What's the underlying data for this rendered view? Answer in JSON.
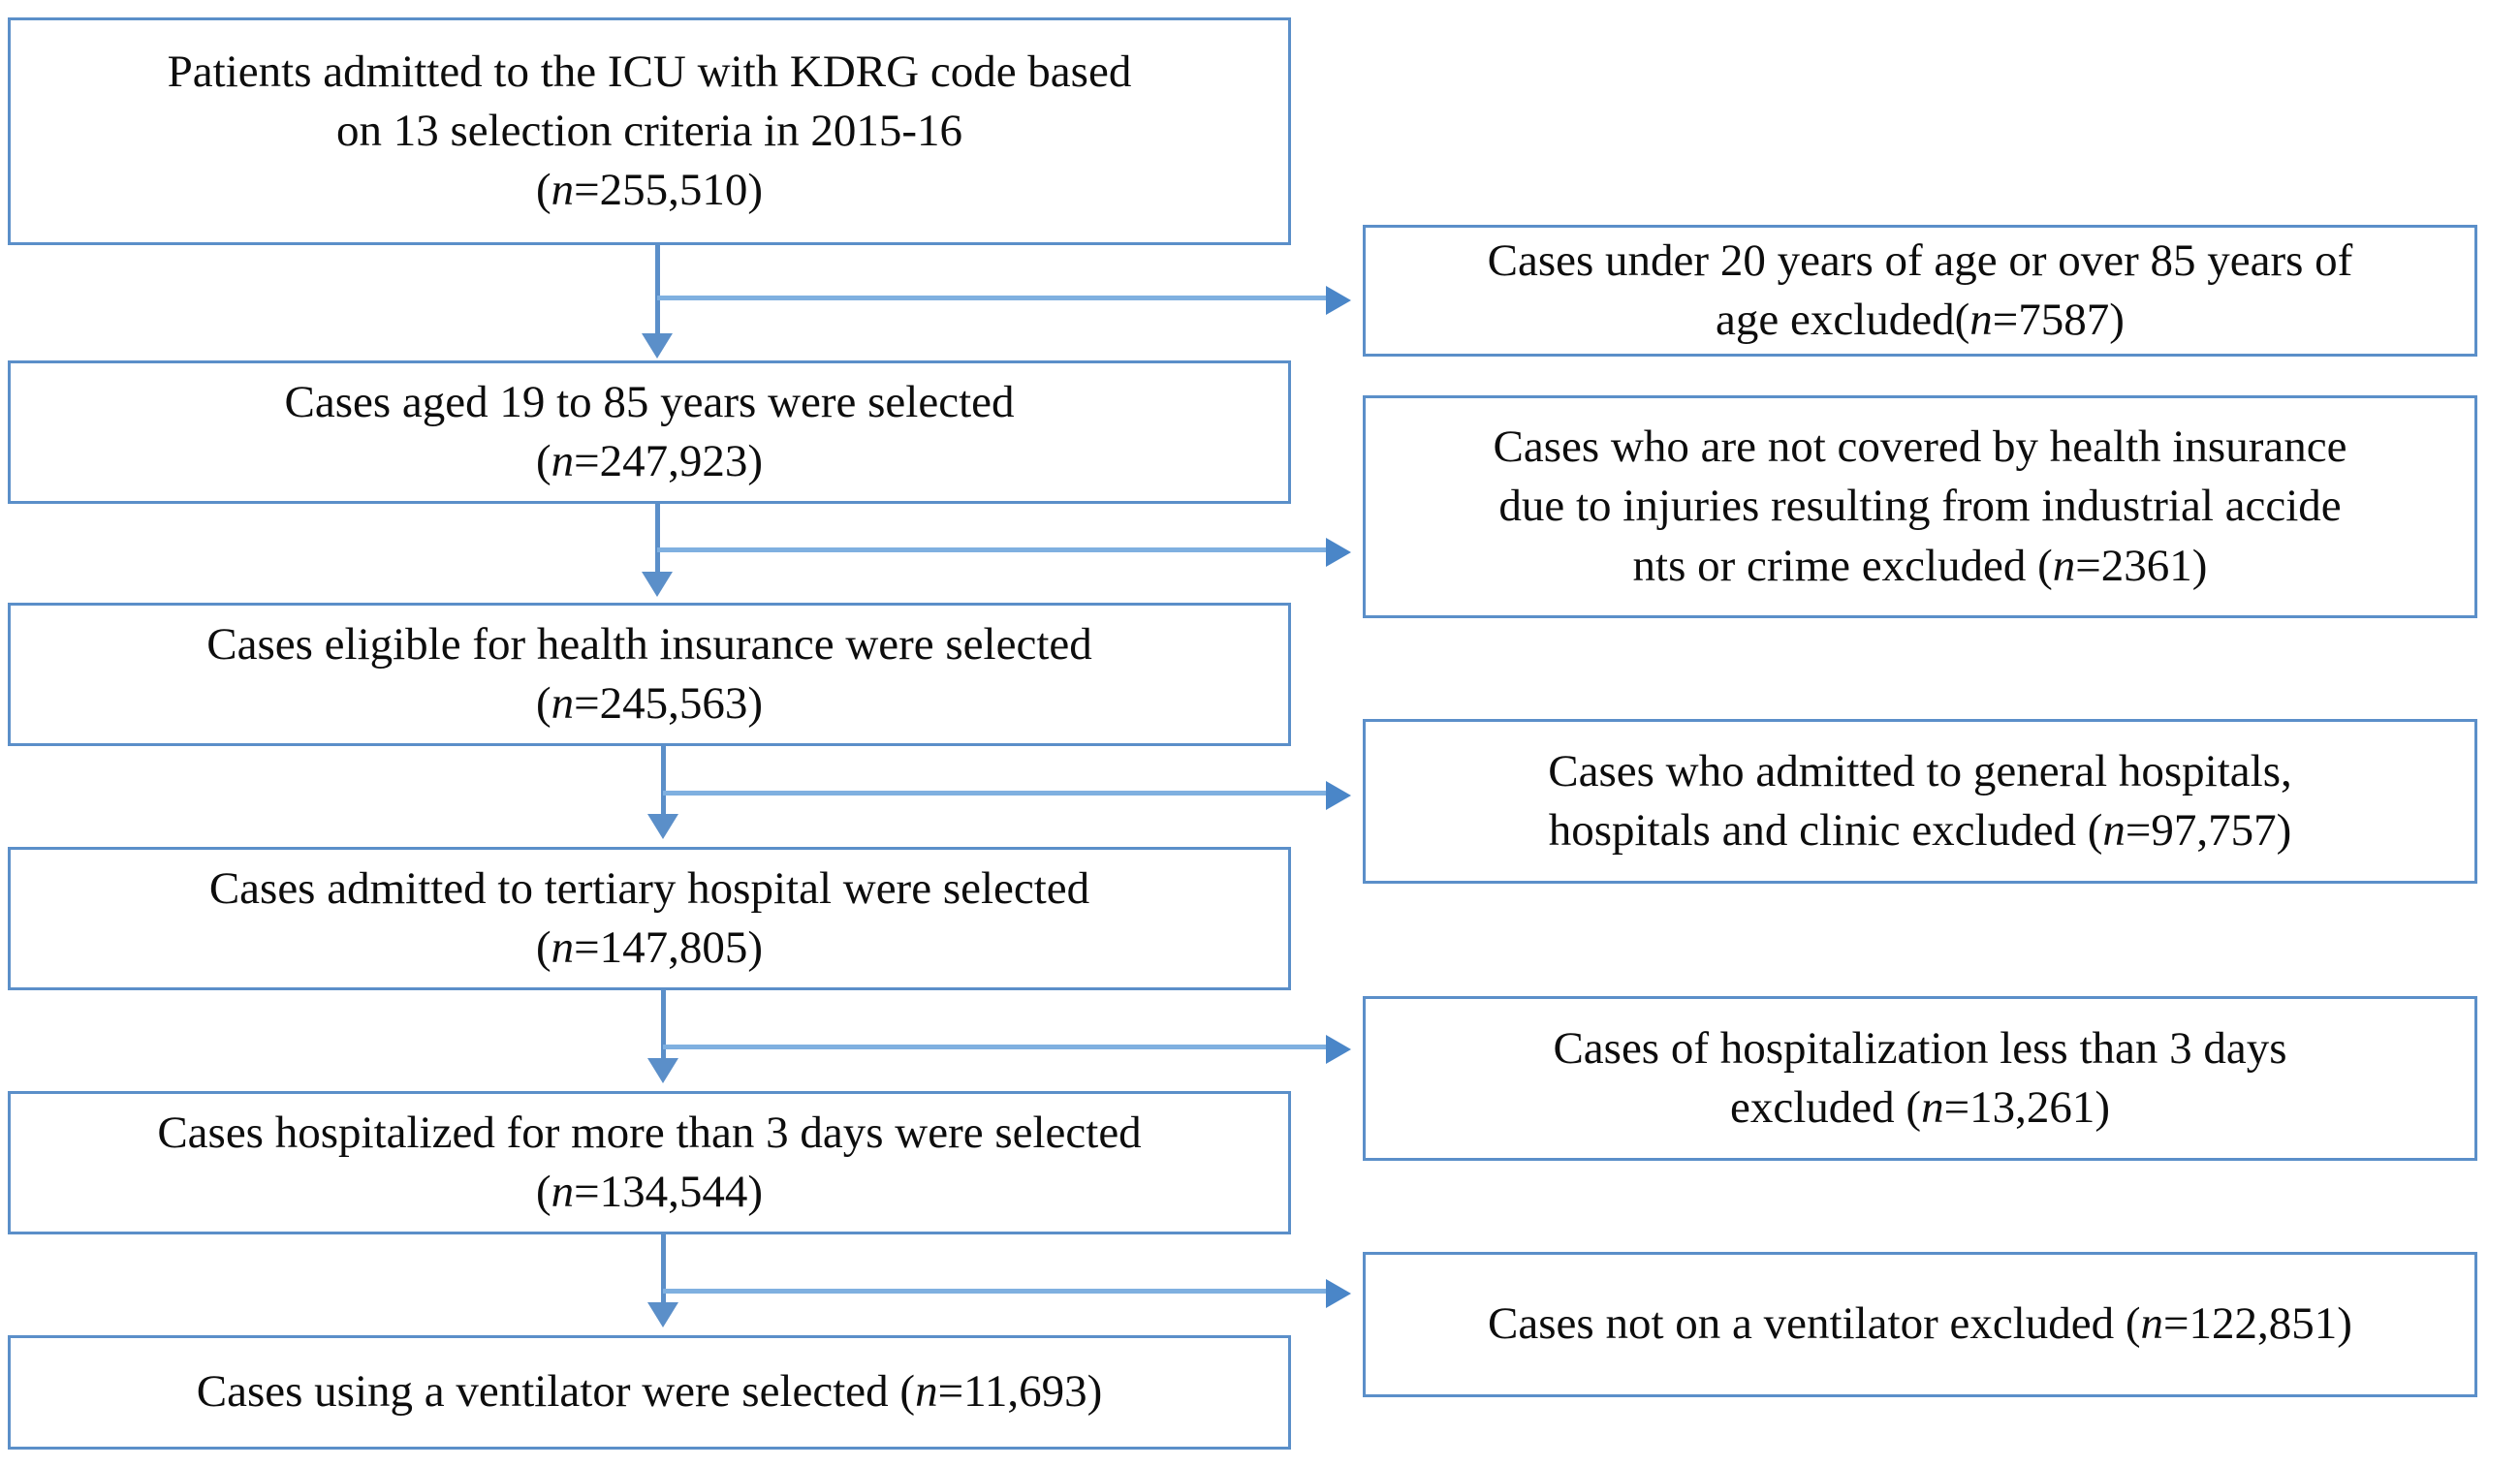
{
  "diagram": {
    "title": "Patient selection flow diagram",
    "accent_color": "#5b8fc9",
    "arrow_color": "#7fb0e0",
    "background_color": "#ffffff",
    "text_color": "#0d0d0d"
  },
  "flow_nodes": [
    {
      "id": "node-1",
      "text": "Patients admitted to the ICU with KDRG code based\non 13 selection criteria in 2015-16\n(n=255,510)",
      "n_label": "n=255,510",
      "count": 255510
    },
    {
      "id": "node-2",
      "text": "Cases aged 19 to 85 years were selected\n(n=247,923)",
      "n_label": "n=247,923",
      "count": 247923
    },
    {
      "id": "node-3",
      "text": "Cases eligible  for health insurance were selected\n(n=245,563)",
      "n_label": "n=245,563",
      "count": 245563
    },
    {
      "id": "node-4",
      "text": "Cases admitted to tertiary hospital were selected\n(n=147,805)",
      "n_label": "n=147,805",
      "count": 147805
    },
    {
      "id": "node-5",
      "text": "Cases hospitalized for more than 3 days were selected\n(n=134,544)",
      "n_label": "n=134,544",
      "count": 134544
    },
    {
      "id": "node-6",
      "text": "Cases using a ventilator were selected (n=11,693)",
      "n_label": "n=11,693",
      "count": 11693
    }
  ],
  "exclusion_nodes": [
    {
      "id": "excl-1",
      "text": "Cases under 20 years of age or over 85 years of\nage excluded(n=7587)",
      "n_label": "n=7587",
      "count": 7587
    },
    {
      "id": "excl-2",
      "text": "Cases who are not covered by health insurance\ndue to injuries resulting from industrial  accide\nnts or crime excluded (n=2361)",
      "n_label": "n=2361",
      "count": 2361
    },
    {
      "id": "excl-3",
      "text": "Cases who admitted to general hospitals,\nhospitals and clinic excluded (n=97,757)",
      "n_label": "n=97,757",
      "count": 97757
    },
    {
      "id": "excl-4",
      "text": "Cases of hospitalization less than 3 days\nexcluded (n=13,261)",
      "n_label": "n=13,261",
      "count": 13261
    },
    {
      "id": "excl-5",
      "text": "Cases not on a ventilator excluded (n=122,851)",
      "n_label": "n=122,851",
      "count": 122851
    }
  ]
}
